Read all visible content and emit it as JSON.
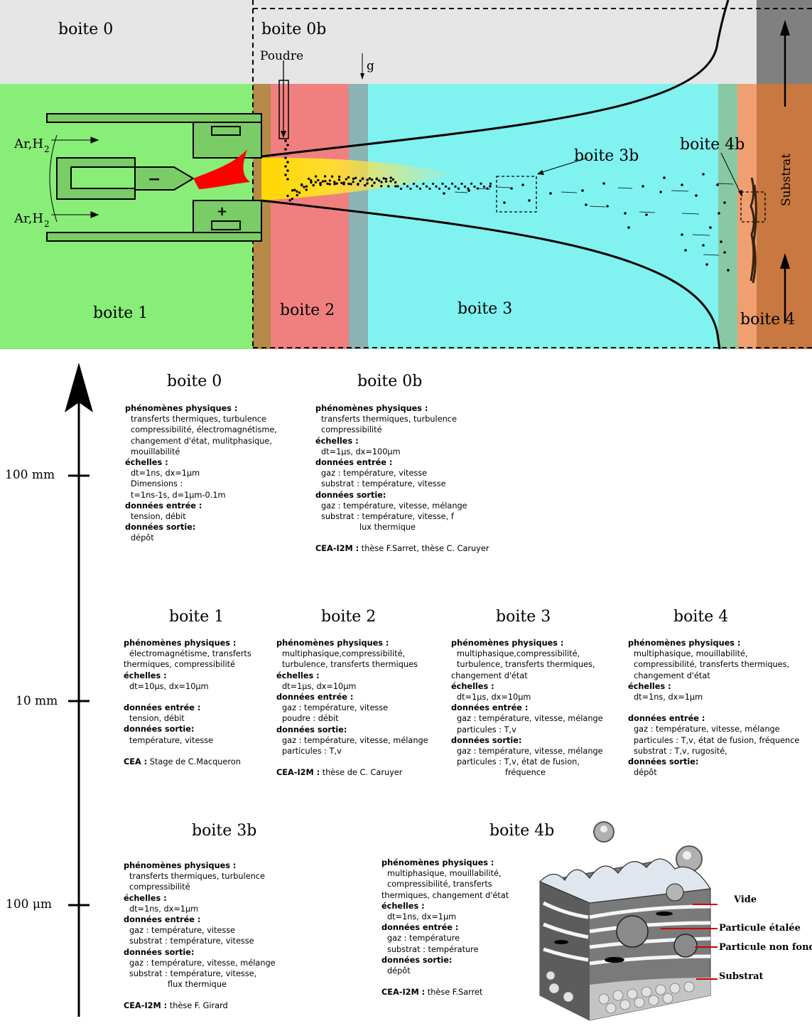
{
  "diagram": {
    "top_labels": {
      "boite0": "boite 0",
      "boite0b": "boite 0b",
      "poudre": "Poudre",
      "g": "g",
      "ar_h2_top": "Ar,H",
      "ar_h2_bottom": "Ar,H",
      "subscript": "2",
      "minus": "−",
      "plus": "+",
      "boite3b": "boite 3b",
      "boite4b": "boite 4b",
      "substrat": "Substrat",
      "boite1": "boite 1",
      "boite2": "boite 2",
      "boite3": "boite 3",
      "boite4": "boite 4"
    },
    "colors": {
      "boite0": "#e5e5e5",
      "boite1": "#88ee77",
      "boite2": "#f08080",
      "boite3": "#80f2f0",
      "boite4": "#f0a070",
      "substrat": "#c87840",
      "substrat_top": "#808080",
      "torch": "#7acc66",
      "arc": "#ff0000",
      "plume": "#ffd700"
    }
  },
  "scale": {
    "labels": [
      "100 mm",
      "10 mm",
      "100 μm"
    ]
  },
  "boxes": [
    {
      "id": "boite0",
      "title": "boite 0",
      "lines": [
        {
          "t": "phénomènes physiques :",
          "k": "lbl"
        },
        {
          "t": "transferts thermiques, turbulence",
          "k": "ind"
        },
        {
          "t": "compressibilité, électromagnétisme,",
          "k": "ind"
        },
        {
          "t": "changement d'état, mulitphasique,",
          "k": "ind"
        },
        {
          "t": "mouillabilité",
          "k": "ind"
        },
        {
          "t": "échelles :",
          "k": "lbl"
        },
        {
          "t": "dt=1ns, dx=1μm",
          "k": "ind"
        },
        {
          "t": "Dimensions :",
          "k": "ind"
        },
        {
          "t": "t=1ns-1s, d=1μm-0.1m",
          "k": "ind"
        },
        {
          "t": "données entrée :",
          "k": "lbl"
        },
        {
          "t": "tension, débit",
          "k": "ind"
        },
        {
          "t": "données sortie:",
          "k": "lbl"
        },
        {
          "t": "dépôt",
          "k": "ind"
        }
      ],
      "cite_org": "",
      "cite_text": ""
    },
    {
      "id": "boite0b",
      "title": "boite 0b",
      "lines": [
        {
          "t": "phénomènes physiques :",
          "k": "lbl"
        },
        {
          "t": "transferts thermiques, turbulence",
          "k": "ind"
        },
        {
          "t": "compressibilité",
          "k": "ind"
        },
        {
          "t": "échelles :",
          "k": "lbl"
        },
        {
          "t": "dt=1μs, dx=100μm",
          "k": "ind"
        },
        {
          "t": "données entrée :",
          "k": "lbl"
        },
        {
          "t": "gaz : température, vitesse",
          "k": "ind"
        },
        {
          "t": "substrat : température, vitesse",
          "k": "ind"
        },
        {
          "t": "données sortie:",
          "k": "lbl"
        },
        {
          "t": "gaz : température, vitesse, mélange",
          "k": "ind"
        },
        {
          "t": "substrat : température, vitesse, f",
          "k": "ind"
        },
        {
          "t": "lux thermique",
          "k": "ind2"
        },
        {
          "t": "",
          "k": "gap"
        }
      ],
      "cite_org": "CEA-I2M :",
      "cite_text": " thèse F.Sarret, thèse C. Caruyer"
    },
    {
      "id": "boite1",
      "title": "boite 1",
      "lines": [
        {
          "t": "phénomènes physiques :",
          "k": "lbl"
        },
        {
          "t": "électromagnétisme, transferts",
          "k": "ind"
        },
        {
          "t": "thermiques, compressibilité",
          "k": ""
        },
        {
          "t": "échelles :",
          "k": "lbl"
        },
        {
          "t": "dt=10μs, dx=10μm",
          "k": "ind"
        },
        {
          "t": "",
          "k": "gap"
        },
        {
          "t": "données entrée :",
          "k": "lbl"
        },
        {
          "t": "tension, débit",
          "k": "ind"
        },
        {
          "t": "données sortie:",
          "k": "lbl"
        },
        {
          "t": "température, vitesse",
          "k": "ind"
        },
        {
          "t": "",
          "k": "gap"
        }
      ],
      "cite_org": "CEA :",
      "cite_text": " Stage de C.Macqueron"
    },
    {
      "id": "boite2",
      "title": "boite 2",
      "lines": [
        {
          "t": "phénomènes physiques :",
          "k": "lbl"
        },
        {
          "t": "multiphasique,compressibilité,",
          "k": "ind"
        },
        {
          "t": "turbulence, transferts thermiques",
          "k": "ind"
        },
        {
          "t": "échelles :",
          "k": "lbl"
        },
        {
          "t": "dt=1μs, dx=10μm",
          "k": "ind"
        },
        {
          "t": "données entrée :",
          "k": "lbl"
        },
        {
          "t": "gaz : température, vitesse",
          "k": "ind"
        },
        {
          "t": "poudre : débit",
          "k": "ind"
        },
        {
          "t": "données sortie:",
          "k": "lbl"
        },
        {
          "t": "gaz : température, vitesse, mélange",
          "k": "ind"
        },
        {
          "t": "particules : T,v",
          "k": "ind"
        },
        {
          "t": "",
          "k": "gap"
        }
      ],
      "cite_org": "CEA-I2M :",
      "cite_text": " thèse de C. Caruyer"
    },
    {
      "id": "boite3",
      "title": "boite 3",
      "lines": [
        {
          "t": "phénomènes physiques :",
          "k": "lbl"
        },
        {
          "t": "multiphasique,compressibilité,",
          "k": "ind"
        },
        {
          "t": "turbulence, transferts thermiques,",
          "k": "ind"
        },
        {
          "t": "changement d'état",
          "k": ""
        },
        {
          "t": "échelles :",
          "k": "lbl"
        },
        {
          "t": "dt=1μs, dx=10μm",
          "k": "ind"
        },
        {
          "t": "données entrée :",
          "k": "lbl"
        },
        {
          "t": "gaz : température, vitesse, mélange",
          "k": "ind"
        },
        {
          "t": "particules : T,v",
          "k": "ind"
        },
        {
          "t": "données sortie:",
          "k": "lbl"
        },
        {
          "t": "gaz : température, vitesse, mélange",
          "k": "ind"
        },
        {
          "t": "particules : T,v, état de fusion,",
          "k": "ind"
        },
        {
          "t": "fréquence",
          "k": "ind3"
        }
      ],
      "cite_org": "",
      "cite_text": ""
    },
    {
      "id": "boite4",
      "title": "boite 4",
      "lines": [
        {
          "t": "phénomènes physiques :",
          "k": "lbl"
        },
        {
          "t": "multiphasique, mouillabilité,",
          "k": "ind"
        },
        {
          "t": "compressibilité, transferts thermiques,",
          "k": "ind"
        },
        {
          "t": "changement d'état",
          "k": "ind"
        },
        {
          "t": "échelles :",
          "k": "lbl"
        },
        {
          "t": "dt=1ns, dx=1μm",
          "k": "ind"
        },
        {
          "t": "",
          "k": "gap"
        },
        {
          "t": "données entrée :",
          "k": "lbl"
        },
        {
          "t": "gaz : température, vitesse, mélange",
          "k": "ind"
        },
        {
          "t": "particules : T,v, état de fusion, fréquence",
          "k": "ind"
        },
        {
          "t": "substrat : T,v, rugosité,",
          "k": "ind"
        },
        {
          "t": "données sortie:",
          "k": "lbl"
        },
        {
          "t": "dépôt",
          "k": "ind"
        }
      ],
      "cite_org": "",
      "cite_text": ""
    },
    {
      "id": "boite3b",
      "title": "boite 3b",
      "lines": [
        {
          "t": "phénomènes physiques :",
          "k": "lbl"
        },
        {
          "t": "transferts thermiques, turbulence",
          "k": "ind"
        },
        {
          "t": "compressibilité",
          "k": "ind"
        },
        {
          "t": "échelles :",
          "k": "lbl"
        },
        {
          "t": "dt=1ns, dx=1μm",
          "k": "ind"
        },
        {
          "t": "données entrée :",
          "k": "lbl"
        },
        {
          "t": "gaz : température, vitesse",
          "k": "ind"
        },
        {
          "t": "substrat : température, vitesse",
          "k": "ind"
        },
        {
          "t": "données sortie:",
          "k": "lbl"
        },
        {
          "t": "gaz : température, vitesse, mélange",
          "k": "ind"
        },
        {
          "t": "substrat : température, vitesse,",
          "k": "ind"
        },
        {
          "t": "flux thermique",
          "k": "ind2"
        },
        {
          "t": "",
          "k": "gap"
        }
      ],
      "cite_org": "CEA-I2M :",
      "cite_text": " thèse F. Girard"
    },
    {
      "id": "boite4b",
      "title": "boite 4b",
      "lines": [
        {
          "t": "phénomènes physiques :",
          "k": "lbl"
        },
        {
          "t": "multiphasique, mouillabilité,",
          "k": "ind"
        },
        {
          "t": "compressibilité, transferts",
          "k": "ind"
        },
        {
          "t": "thermiques,   changement d'état",
          "k": ""
        },
        {
          "t": "échelles :",
          "k": "lbl"
        },
        {
          "t": "dt=1ns, dx=1μm",
          "k": "ind"
        },
        {
          "t": "données entrée :",
          "k": "lbl"
        },
        {
          "t": "gaz : température",
          "k": "ind"
        },
        {
          "t": "substrat : température",
          "k": "ind"
        },
        {
          "t": "données sortie:",
          "k": "lbl"
        },
        {
          "t": "dépôt",
          "k": "ind"
        },
        {
          "t": "",
          "k": "gap"
        }
      ],
      "cite_org": "CEA-I2M :",
      "cite_text": " thèse F.Sarret"
    }
  ],
  "coating": {
    "labels": {
      "vide": "Vide",
      "etalee": "Particule étalée",
      "nonfondue": "Particule non fondue",
      "substrat": "Substrat"
    }
  }
}
